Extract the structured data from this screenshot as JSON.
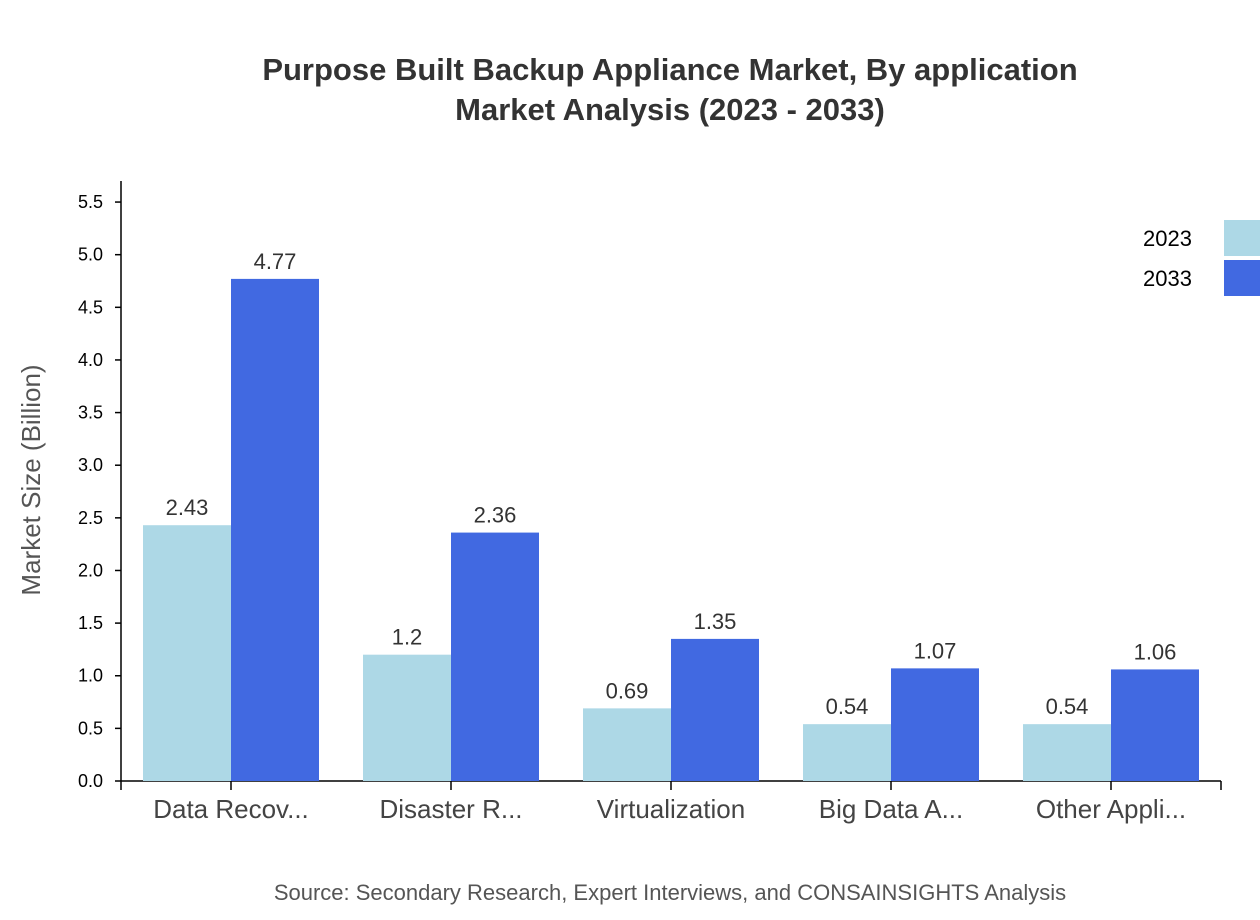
{
  "chart_data": {
    "type": "bar",
    "title": "Purpose Built Backup Appliance Market, By application",
    "subtitle": "Market Analysis (2023 - 2033)",
    "categories": [
      "Data Recov...",
      "Disaster R...",
      "Virtualization",
      "Big Data A...",
      "Other Appli..."
    ],
    "series": [
      {
        "name": "2023",
        "values": [
          2.43,
          1.2,
          0.69,
          0.54,
          0.54
        ],
        "color": "#add8e6"
      },
      {
        "name": "2033",
        "values": [
          4.77,
          2.36,
          1.35,
          1.07,
          1.06
        ],
        "color": "#4169e1"
      }
    ],
    "xlabel": "",
    "ylabel": "Market Size (Billion)",
    "ylim": [
      0,
      5.7
    ],
    "yticks": [
      "0.0",
      "0.5",
      "1.0",
      "1.5",
      "2.0",
      "2.5",
      "3.0",
      "3.5",
      "4.0",
      "4.5",
      "5.0",
      "5.5"
    ],
    "grid": false,
    "legend_position": "top-right",
    "source": "Source: Secondary Research, Expert Interviews, and CONSAINSIGHTS Analysis"
  }
}
